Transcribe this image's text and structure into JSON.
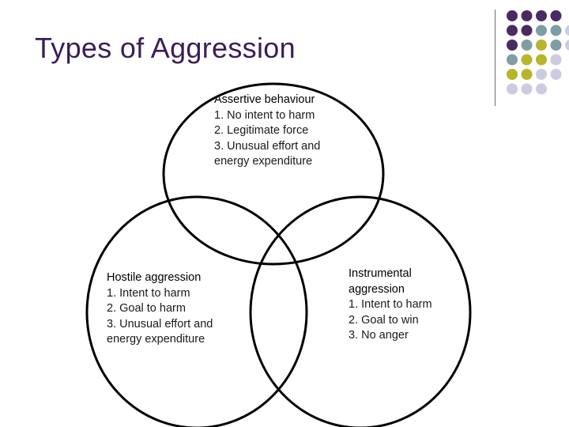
{
  "slide": {
    "title": "Types of Aggression"
  },
  "decoration": {
    "dot_colors": {
      "purple": "#4a2a63",
      "teal": "#7f9ea3",
      "olive": "#b7b62a",
      "lavender": "#cdcbe0"
    },
    "dot_grid": [
      [
        "purple",
        "purple",
        "purple",
        "purple"
      ],
      [
        "purple",
        "purple",
        "teal",
        "teal",
        "lavender"
      ],
      [
        "purple",
        "teal",
        "olive",
        "teal",
        "lavender"
      ],
      [
        "teal",
        "olive",
        "olive",
        "lavender"
      ],
      [
        "olive",
        "olive",
        "lavender",
        "lavender"
      ],
      [
        "lavender",
        "lavender",
        "lavender"
      ]
    ]
  },
  "venn": {
    "circles": [
      {
        "heading": "Assertive behaviour",
        "items": [
          "1. No intent to harm",
          "2. Legitimate force",
          "3. Unusual effort and",
          "energy expenditure"
        ]
      },
      {
        "heading": "Hostile aggression",
        "items": [
          "1. Intent to harm",
          "2. Goal to harm",
          "3. Unusual effort and",
          "energy expenditure"
        ]
      },
      {
        "heading": "Instrumental aggression",
        "heading_lines": [
          "Instrumental",
          "aggression"
        ],
        "items": [
          "1. Intent to harm",
          "2. Goal to win",
          "3. No anger"
        ]
      }
    ]
  }
}
